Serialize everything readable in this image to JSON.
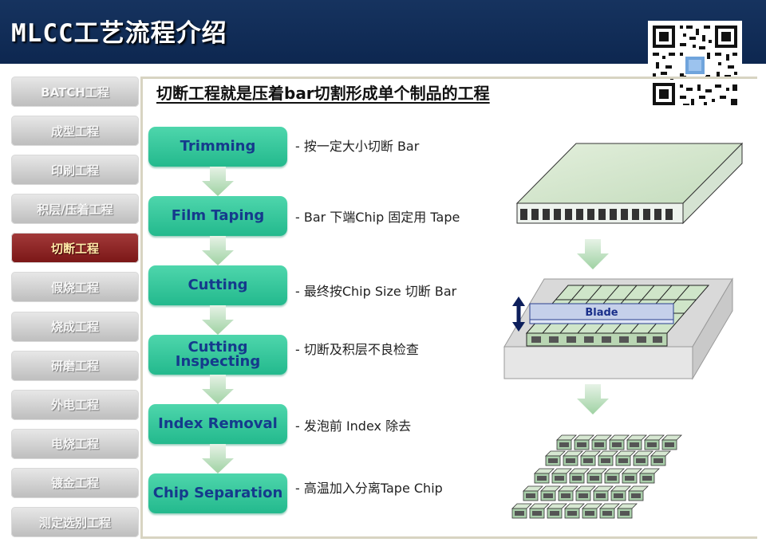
{
  "header": {
    "title": "MLCC工艺流程介绍"
  },
  "sidebar": {
    "items": [
      {
        "label": "BATCH工程",
        "active": false
      },
      {
        "label": "成型工程",
        "active": false
      },
      {
        "label": "印刷工程",
        "active": false
      },
      {
        "label": "积层/压着工程",
        "active": false
      },
      {
        "label": "切断工程",
        "active": true
      },
      {
        "label": "假烧工程",
        "active": false
      },
      {
        "label": "烧成工程",
        "active": false
      },
      {
        "label": "研磨工程",
        "active": false
      },
      {
        "label": "外电工程",
        "active": false
      },
      {
        "label": "电烧工程",
        "active": false
      },
      {
        "label": "镀金工程",
        "active": false
      },
      {
        "label": "测定选别工程",
        "active": false
      }
    ]
  },
  "main": {
    "headline": "切断工程就是压着bar切割形成单个制品的工程",
    "steps": [
      {
        "label": "Trimming",
        "desc": "- 按一定大小切断 Bar"
      },
      {
        "label": "Film Taping",
        "desc": "- Bar 下端Chip 固定用 Tape"
      },
      {
        "label": "Cutting",
        "desc": "- 最终按Chip Size 切断 Bar"
      },
      {
        "label": "Cutting Inspecting",
        "desc": "- 切断及积层不良检查"
      },
      {
        "label": "Index Removal",
        "desc": "- 发泡前 Index 除去"
      },
      {
        "label": "Chip Separation",
        "desc": "- 高温加入分离Tape Chip"
      }
    ],
    "blade_label": "Blade"
  },
  "colors": {
    "header_bg": "#16335f",
    "step_fill": "#2fc79a",
    "step_text": "#153a8c",
    "active_tab": "#8e2222",
    "chip_green": "#a9ceaa"
  }
}
